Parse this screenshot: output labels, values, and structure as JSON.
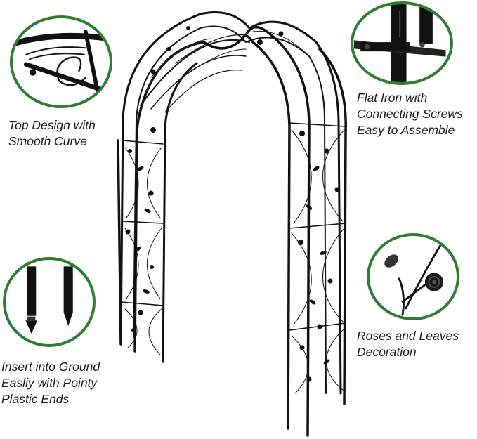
{
  "captions": {
    "top_design": "Top Design with\nSmooth Curve",
    "flat_iron": "Flat Iron with\nConnecting Screws\nEasy to Assemble",
    "insert_ground": "Insert into Ground\nEasliy with Pointy\nPlastic Ends",
    "roses_leaves": "Roses and Leaves\nDecoration"
  },
  "colors": {
    "frame": "#111111",
    "circle_border": "#2e7d32",
    "background": "#ffffff"
  }
}
